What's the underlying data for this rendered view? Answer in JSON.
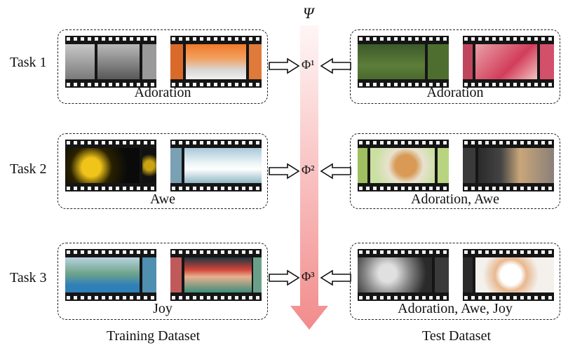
{
  "psi": "Ψ",
  "tasks": [
    {
      "label": "Task 1",
      "phi": "Φ¹",
      "train_caption": "Adoration",
      "test_caption": "Adoration"
    },
    {
      "label": "Task 2",
      "phi": "Φ²",
      "train_caption": "Awe",
      "test_caption": "Adoration, Awe"
    },
    {
      "label": "Task 3",
      "phi": "Φ³",
      "train_caption": "Joy",
      "test_caption": "Adoration, Awe, Joy"
    }
  ],
  "bottom_labels": {
    "train": "Training Dataset",
    "test": "Test Dataset"
  },
  "colors": {
    "arrow_top": "#ffffff",
    "arrow_bottom": "#f08a8a",
    "dash": "#222222"
  }
}
